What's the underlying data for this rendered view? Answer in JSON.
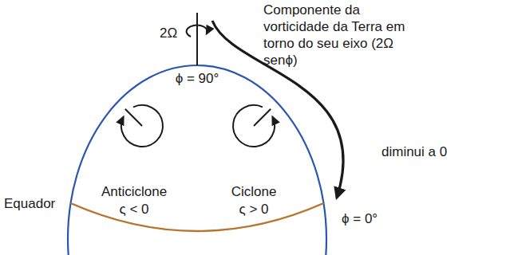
{
  "diagram": {
    "labels": [
      "2Ω",
      "Componente da vorticidade da Terra em torno do seu eixo (2Ω senϕ)",
      "ϕ = 90°",
      "diminui a 0",
      "Equador",
      "Anticiclone",
      "ς < 0",
      "Ciclone",
      "ς > 0",
      "ϕ = 0°"
    ]
  }
}
